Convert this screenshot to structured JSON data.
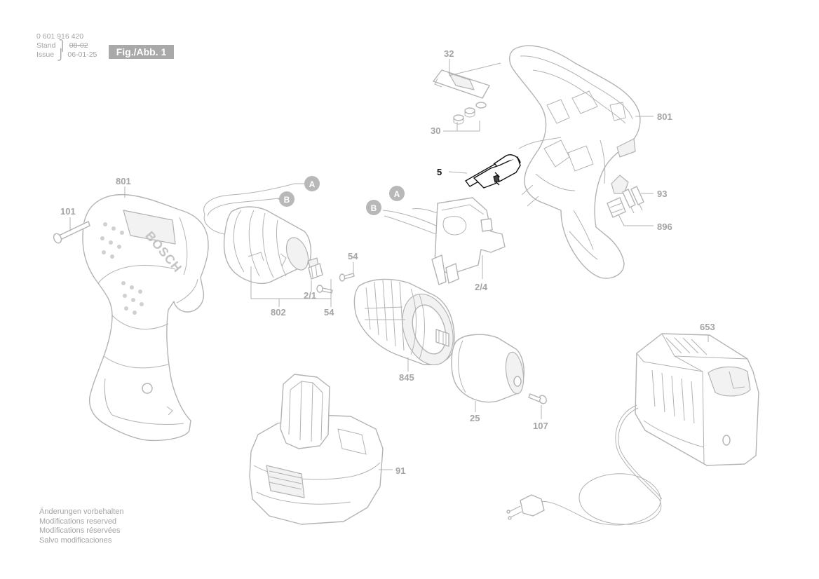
{
  "header": {
    "part_number": "0 601 916 420",
    "stand_label": "Stand",
    "stand_value": "08-02",
    "issue_label": "Issue",
    "issue_value": "06-01-25",
    "figure_label": "Fig./Abb. 1"
  },
  "footer_notes": [
    "Änderungen vorbehalten",
    "Modifications reserved",
    "Modifications réservées",
    "Salvo modificaciones"
  ],
  "callouts": {
    "c32": "32",
    "c30": "30",
    "c801_housing": "801",
    "c5": "5",
    "c93": "93",
    "c896": "896",
    "c801_drill": "801",
    "c101": "101",
    "wire_a_motor": "A",
    "wire_b_motor": "B",
    "wire_a_switch": "A",
    "wire_b_switch": "B",
    "c54_top": "54",
    "c2_1": "2/1",
    "c54_bottom": "54",
    "c802": "802",
    "c2_4": "2/4",
    "c845": "845",
    "c25": "25",
    "c107": "107",
    "c653": "653",
    "c91": "91"
  },
  "brand_text": "BOSCH",
  "highlighted_part": "5",
  "colors": {
    "line_gray": "#b3b3b3",
    "label_gray": "#a4a4a4",
    "highlight": "#111111",
    "figure_badge": "#a9a9a9"
  }
}
